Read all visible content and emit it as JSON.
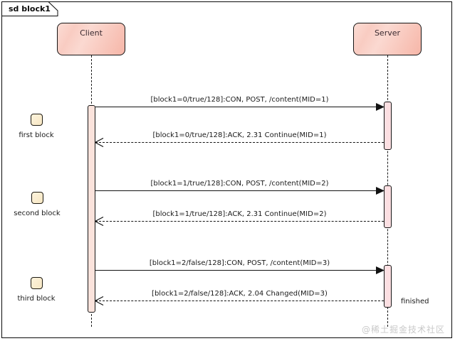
{
  "diagram": {
    "title": "sd block1",
    "type": "uml-sequence-diagram"
  },
  "participants": [
    {
      "id": "client",
      "name": "Client"
    },
    {
      "id": "server",
      "name": "Server"
    }
  ],
  "messages": [
    {
      "index": 1,
      "from": "client",
      "to": "server",
      "style": "solid",
      "arrow": "filled",
      "label": "[block1=0/true/128]:CON, POST, /content(MID=1)"
    },
    {
      "index": 2,
      "from": "server",
      "to": "client",
      "style": "dashed",
      "arrow": "open",
      "label": "[block1=0/true/128]:ACK, 2.31 Continue(MID=1)"
    },
    {
      "index": 3,
      "from": "client",
      "to": "server",
      "style": "solid",
      "arrow": "filled",
      "label": "[block1=1/true/128]:CON, POST, /content(MID=2)"
    },
    {
      "index": 4,
      "from": "server",
      "to": "client",
      "style": "dashed",
      "arrow": "open",
      "label": "[block1=1/true/128]:ACK, 2.31 Continue(MID=2)"
    },
    {
      "index": 5,
      "from": "client",
      "to": "server",
      "style": "solid",
      "arrow": "filled",
      "label": "[block1=2/false/128]:CON, POST, /content(MID=3)"
    },
    {
      "index": 6,
      "from": "server",
      "to": "client",
      "style": "dashed",
      "arrow": "open",
      "label": "[block1=2/false/128]:ACK, 2.04 Changed(MID=3)"
    }
  ],
  "notes": [
    {
      "id": "first",
      "label": "first block"
    },
    {
      "id": "second",
      "label": "second block"
    },
    {
      "id": "third",
      "label": "third block"
    }
  ],
  "labels": {
    "finished": "finished"
  },
  "watermark": {
    "text": "@稀土掘金技术社区"
  },
  "colors": {
    "participant_fill": "#f9ccc2",
    "activation_fill": "#fbe3dc",
    "note_fill": "#f7e7c4",
    "line": "#121212",
    "watermark": "#c9c9c9"
  }
}
